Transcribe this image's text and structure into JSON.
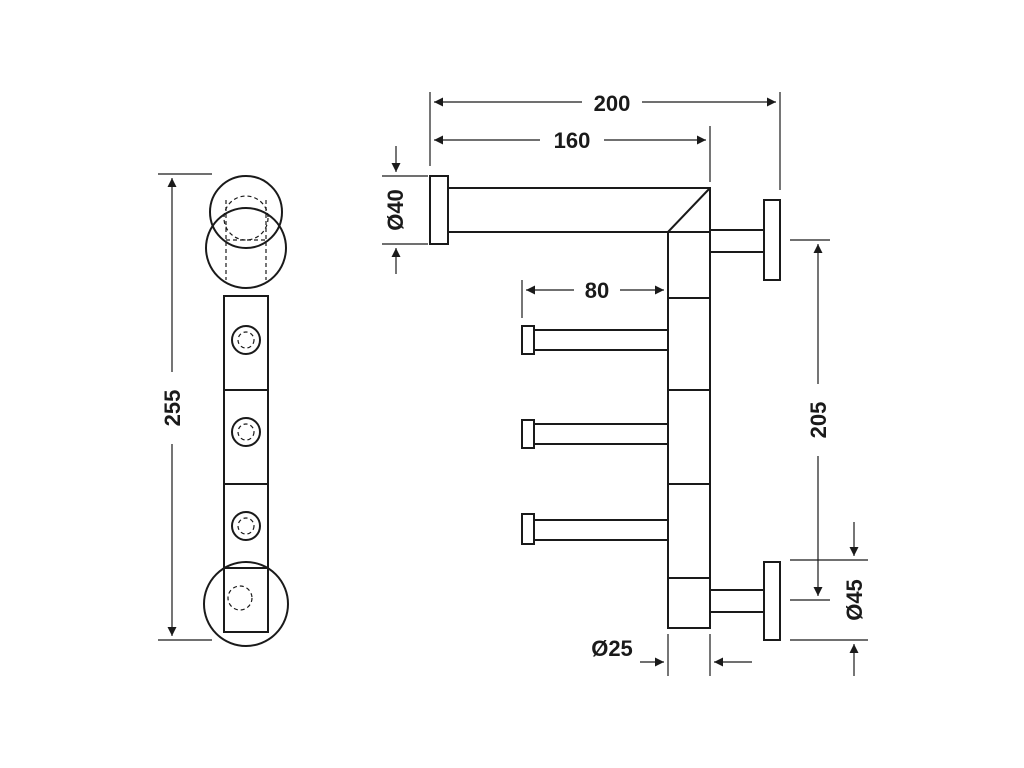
{
  "dimensions": {
    "overall_width": "200",
    "arm_width": "160",
    "hook_length": "80",
    "total_height": "255",
    "hook_spacing": "205",
    "rosette_top": "Ø40",
    "rosette_bottom": "Ø45",
    "tube": "Ø25"
  },
  "colors": {
    "line": "#1a1a1a",
    "background": "#ffffff"
  }
}
